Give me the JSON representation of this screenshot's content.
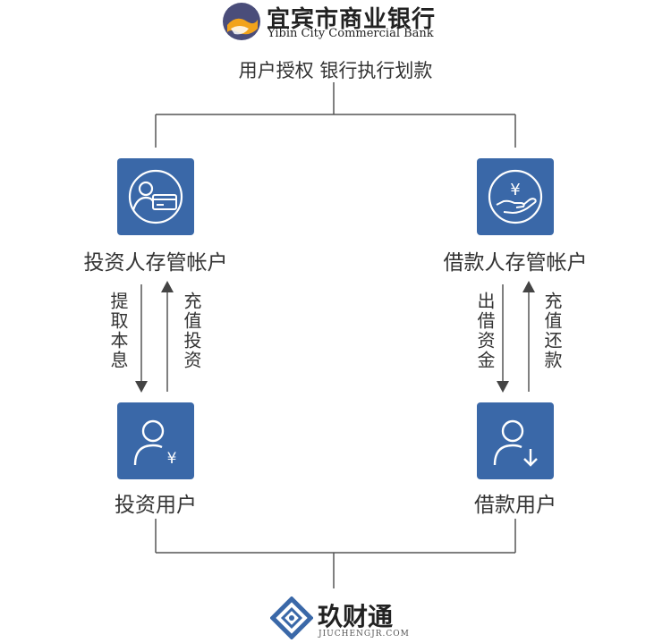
{
  "bank": {
    "name_cn": "宜宾市商业银行",
    "name_en": "Yibin City Commercial Bank"
  },
  "process_title": "用户授权 银行执行划款",
  "nodes": {
    "investor_account": {
      "label": "投资人存管帐户",
      "icon": "user-card-icon"
    },
    "borrower_account": {
      "label": "借款人存管帐户",
      "icon": "yen-hand-icon"
    },
    "investor_user": {
      "label": "投资用户",
      "icon": "user-yen-icon"
    },
    "borrower_user": {
      "label": "借款用户",
      "icon": "user-download-icon"
    }
  },
  "flows": {
    "investor_withdraw": "提取本息",
    "investor_deposit": "充值投资",
    "borrower_disburse": "出借资金",
    "borrower_repay": "充值还款"
  },
  "platform": {
    "name_cn": "玖财通",
    "domain": "JIUCHENGJR.COM"
  },
  "colors": {
    "tile": "#3a68a8",
    "line": "#555555",
    "text": "#333333"
  }
}
